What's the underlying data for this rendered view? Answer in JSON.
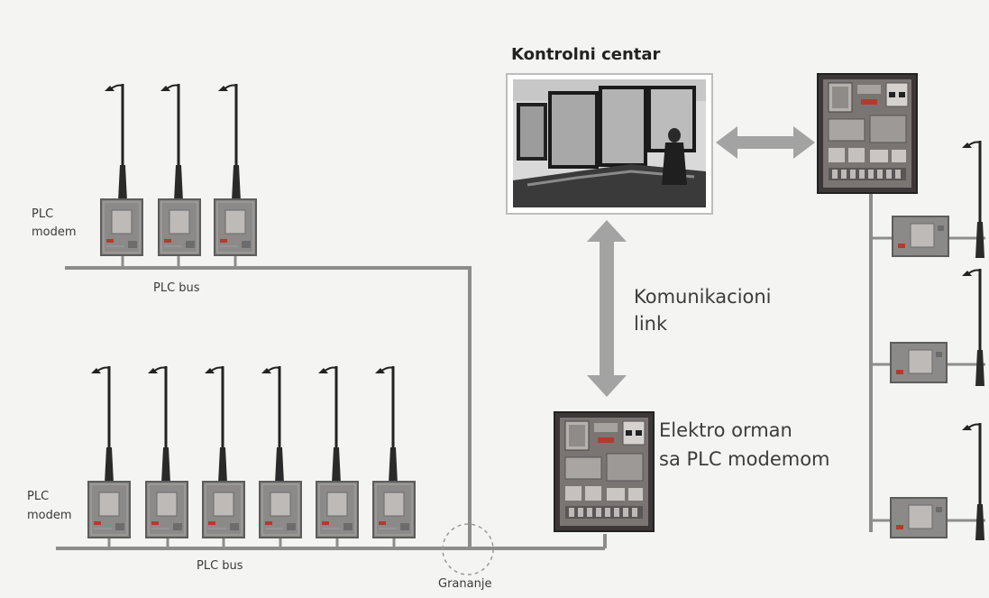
{
  "title": "Kontrolni centar",
  "comm_link": {
    "line1": "Komunikacioni",
    "line2": "link"
  },
  "cabinet_label": {
    "line1": "Elektro orman",
    "line2": "sa PLC modemom"
  },
  "plc_modem": {
    "line1": "PLC",
    "line2": "modem"
  },
  "plc_bus": "PLC bus",
  "branching": "Grananje",
  "colors": {
    "line": "#8d8d8d",
    "arrow": "#a3a3a3",
    "modem_border": "#6a6a6a",
    "modem_fill": "#8c8a88",
    "cabinet": "#3a3535"
  },
  "icons": {
    "pole": "street-light-pole-icon",
    "modem": "plc-modem-icon",
    "cabinet": "electrical-cabinet-icon",
    "control": "control-center-photo-icon"
  }
}
